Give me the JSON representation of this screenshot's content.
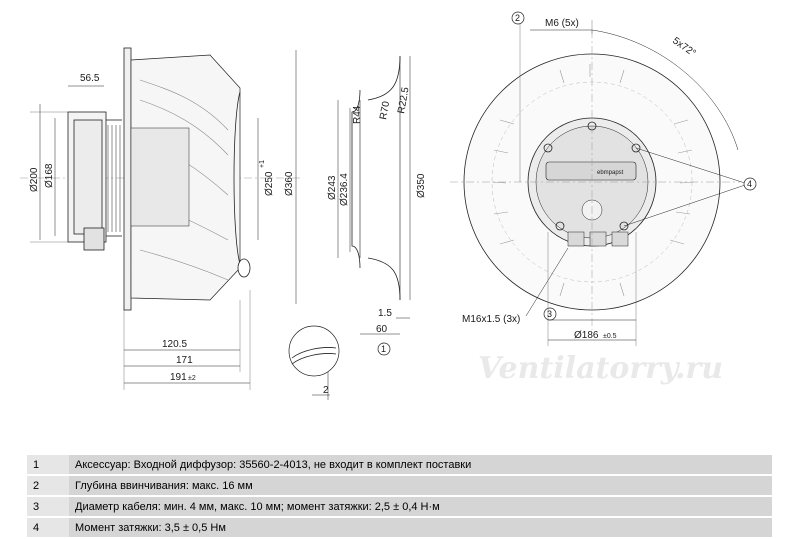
{
  "watermark": "Ventilatorry.ru",
  "side_view": {
    "dims": {
      "d56_5": "56.5",
      "d200": "Ø200",
      "d168": "Ø168",
      "d250_main": "Ø250",
      "d250_tol": "+1",
      "d360": "Ø360",
      "d120_5": "120.5",
      "d171": "171",
      "d191_main": "191",
      "d191_tol": "±2"
    }
  },
  "diffuser_view": {
    "dims": {
      "r44": "R44",
      "r70": "R70",
      "r22_5": "R22.5",
      "d243": "Ø243",
      "d236_4": "Ø236.4",
      "d350": "Ø350",
      "d1_5": "1.5",
      "d60": "60",
      "d2": "2"
    },
    "callout": "1"
  },
  "front_view": {
    "callout_2": "2",
    "m6": "M6 (5x)",
    "angle": "5x72°",
    "callout_4": "4",
    "m16": "M16x1.5 (3x)",
    "callout_3": "3",
    "d186_main": "Ø186",
    "d186_tol": "±0.5",
    "label": "ebmpapst"
  },
  "notes": [
    {
      "num": "1",
      "text": "Аксессуар: Входной диффузор: 35560-2-4013, не входит в комплект поставки"
    },
    {
      "num": "2",
      "text": "Глубина ввинчивания: макс. 16 мм"
    },
    {
      "num": "3",
      "text": "Диаметр кабеля: мин. 4 мм, макс. 10 мм; момент затяжки: 2,5 ± 0,4 Н·м"
    },
    {
      "num": "4",
      "text": "Момент затяжки: 3,5 ± 0,5 Нм"
    }
  ]
}
